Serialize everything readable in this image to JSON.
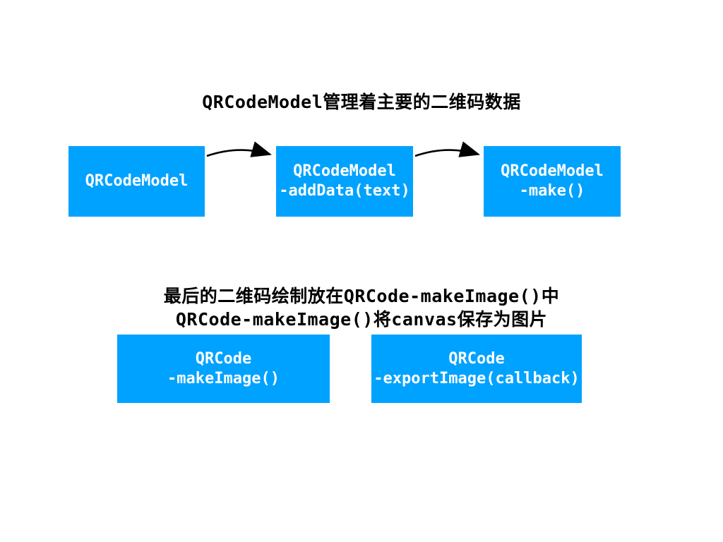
{
  "colors": {
    "box_fill": "#00A2FF",
    "box_text": "#ffffff",
    "heading_text": "#000000",
    "arrow": "#000000",
    "background": "#ffffff"
  },
  "heading_top": "QRCodeModel管理着主要的二维码数据",
  "flow_top": {
    "boxes": [
      {
        "lines": [
          "QRCodeModel"
        ]
      },
      {
        "lines": [
          "QRCodeModel",
          "-addData(text)"
        ]
      },
      {
        "lines": [
          "QRCodeModel",
          "-make()"
        ]
      }
    ]
  },
  "heading_bottom": {
    "line1": "最后的二维码绘制放在QRCode-makeImage()中",
    "line2": "QRCode-makeImage()将canvas保存为图片"
  },
  "flow_bottom": {
    "boxes": [
      {
        "lines": [
          "QRCode",
          "-makeImage()"
        ]
      },
      {
        "lines": [
          "QRCode",
          "-exportImage(callback)"
        ]
      }
    ]
  }
}
